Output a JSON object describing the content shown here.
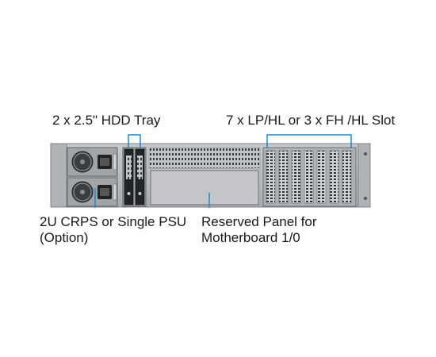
{
  "callouts": {
    "hdd_tray": "2 x 2.5\" HDD Tray",
    "pcie_slots": "7 x LP/HL or 3 x FH /HL Slot",
    "psu_line1": "2U CRPS or Single PSU",
    "psu_line2": "(Option)",
    "panel_line1": "Reserved Panel for",
    "panel_line2": "Motherboard 1/0"
  },
  "colors": {
    "callout_line": "#1e88c8",
    "chassis": "#b9bcbf",
    "chassis_dark": "#8d9195",
    "label_text": "#1a1a1a"
  }
}
